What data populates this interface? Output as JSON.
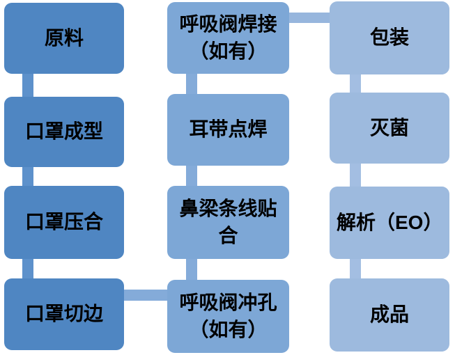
{
  "flowchart": {
    "steps": [
      {
        "label": "原料",
        "column": "left"
      },
      {
        "label": "口罩成型",
        "column": "left"
      },
      {
        "label": "口罩压合",
        "column": "left"
      },
      {
        "label": "口罩切边",
        "column": "left"
      },
      {
        "label": "呼吸阀焊接（如有）",
        "column": "middle"
      },
      {
        "label": "耳带点焊",
        "column": "middle"
      },
      {
        "label": "鼻梁条线贴合",
        "column": "middle"
      },
      {
        "label": "呼吸阀冲孔（如有）",
        "column": "middle"
      },
      {
        "label": "包装",
        "column": "right"
      },
      {
        "label": "灭菌",
        "column": "right"
      },
      {
        "label": "解析（EO）",
        "column": "right"
      },
      {
        "label": "成品",
        "column": "right"
      }
    ],
    "connections": [
      {
        "from": "原料",
        "to": "口罩成型"
      },
      {
        "from": "口罩成型",
        "to": "口罩压合"
      },
      {
        "from": "口罩压合",
        "to": "口罩切边"
      },
      {
        "from": "口罩切边",
        "to": "呼吸阀冲孔（如有）"
      },
      {
        "from": "呼吸阀冲孔（如有）",
        "to": "鼻梁条线贴合"
      },
      {
        "from": "鼻梁条线贴合",
        "to": "耳带点焊"
      },
      {
        "from": "耳带点焊",
        "to": "呼吸阀焊接（如有）"
      },
      {
        "from": "呼吸阀焊接（如有）",
        "to": "包装"
      },
      {
        "from": "包装",
        "to": "灭菌"
      },
      {
        "from": "灭菌",
        "to": "解析（EO）"
      },
      {
        "from": "解析（EO）",
        "to": "成品"
      }
    ]
  },
  "colors": {
    "column1_box": "#4f86c2",
    "column2_box": "#7da7d6",
    "column3_box": "#9dbade",
    "column1_connector": "#5d91cb",
    "column2_connector": "#84abd9",
    "column3_connector": "#a3bee2",
    "bridge_left_middle": "#84abd9",
    "bridge_middle_right": "#97b6dd",
    "text": "#000000",
    "background": "#ffffff"
  }
}
